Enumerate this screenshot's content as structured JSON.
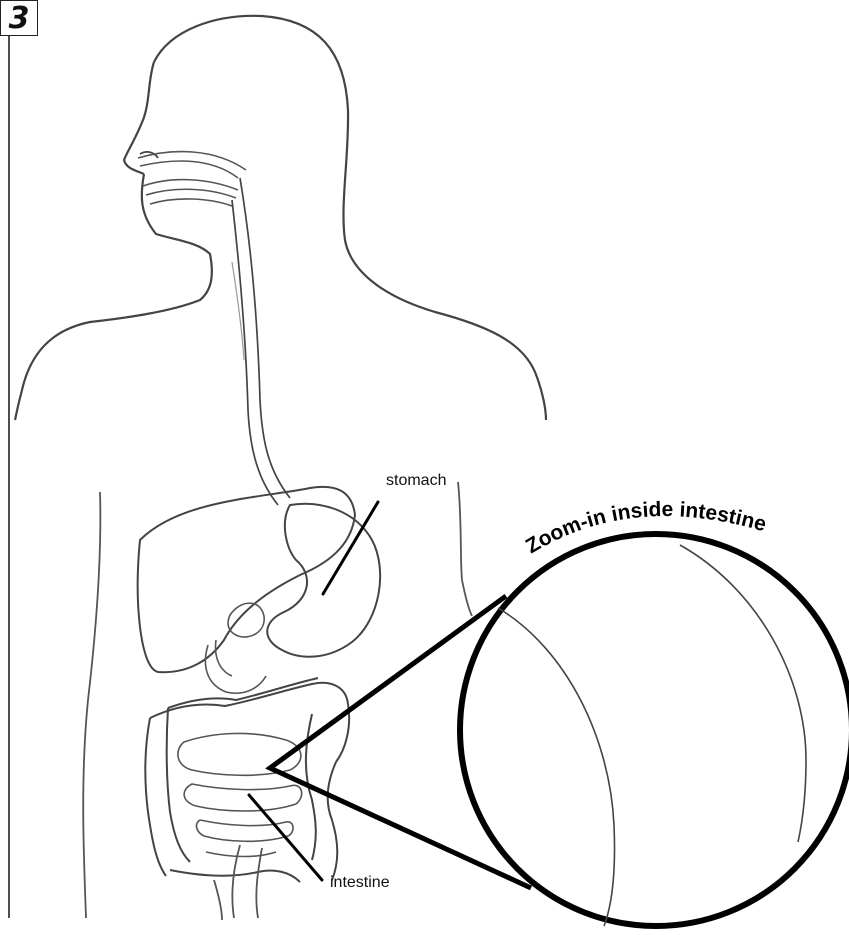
{
  "badge": {
    "number": "3"
  },
  "labels": {
    "stomach": "stomach",
    "intestine": "intestine"
  },
  "zoom": {
    "title": "Zoom-in inside intestine"
  },
  "colors": {
    "stroke": "#333333",
    "heavy": "#000000"
  }
}
